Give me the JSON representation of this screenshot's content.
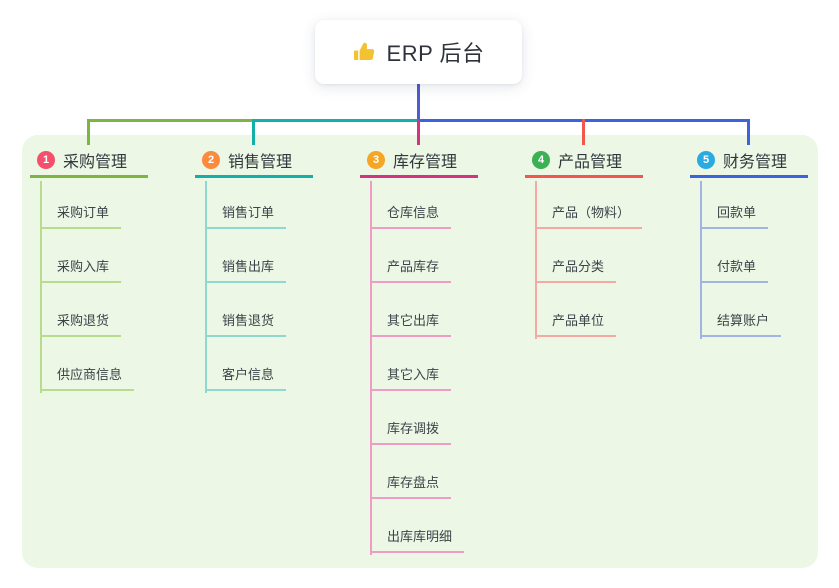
{
  "app": {
    "root_title": "ERP 后台",
    "root_icon": "thumbs-up-icon"
  },
  "colors": {
    "canvas_bg": "#ffffff",
    "panel_bg": "#ecf7e5",
    "root_connector": "#4e5bd3",
    "root_text": "#2e333b",
    "thumb_icon": "#f3c231"
  },
  "branches": [
    {
      "badge": "1",
      "label": "采购管理",
      "badge_color": "#f4506c",
      "line_color": "#7cb63e",
      "light_color": "#b8dc8e",
      "children": [
        "采购订单",
        "采购入库",
        "采购退货",
        "供应商信息"
      ]
    },
    {
      "badge": "2",
      "label": "销售管理",
      "badge_color": "#fb8a3c",
      "line_color": "#12b0a8",
      "light_color": "#8fd8d0",
      "children": [
        "销售订单",
        "销售出库",
        "销售退货",
        "客户信息"
      ]
    },
    {
      "badge": "3",
      "label": "库存管理",
      "badge_color": "#f5a623",
      "line_color": "#d23480",
      "light_color": "#ef9cc7",
      "children": [
        "仓库信息",
        "产品库存",
        "其它出库",
        "其它入库",
        "库存调拨",
        "库存盘点",
        "出库库明细"
      ]
    },
    {
      "badge": "4",
      "label": "产品管理",
      "badge_color": "#3cb054",
      "line_color": "#f2564f",
      "light_color": "#f6a9a4",
      "children": [
        "产品（物料）",
        "产品分类",
        "产品单位"
      ]
    },
    {
      "badge": "5",
      "label": "财务管理",
      "badge_color": "#29abe2",
      "line_color": "#3c63de",
      "light_color": "#a3b4e4",
      "children": [
        "回款单",
        "付款单",
        "结算账户"
      ]
    }
  ]
}
